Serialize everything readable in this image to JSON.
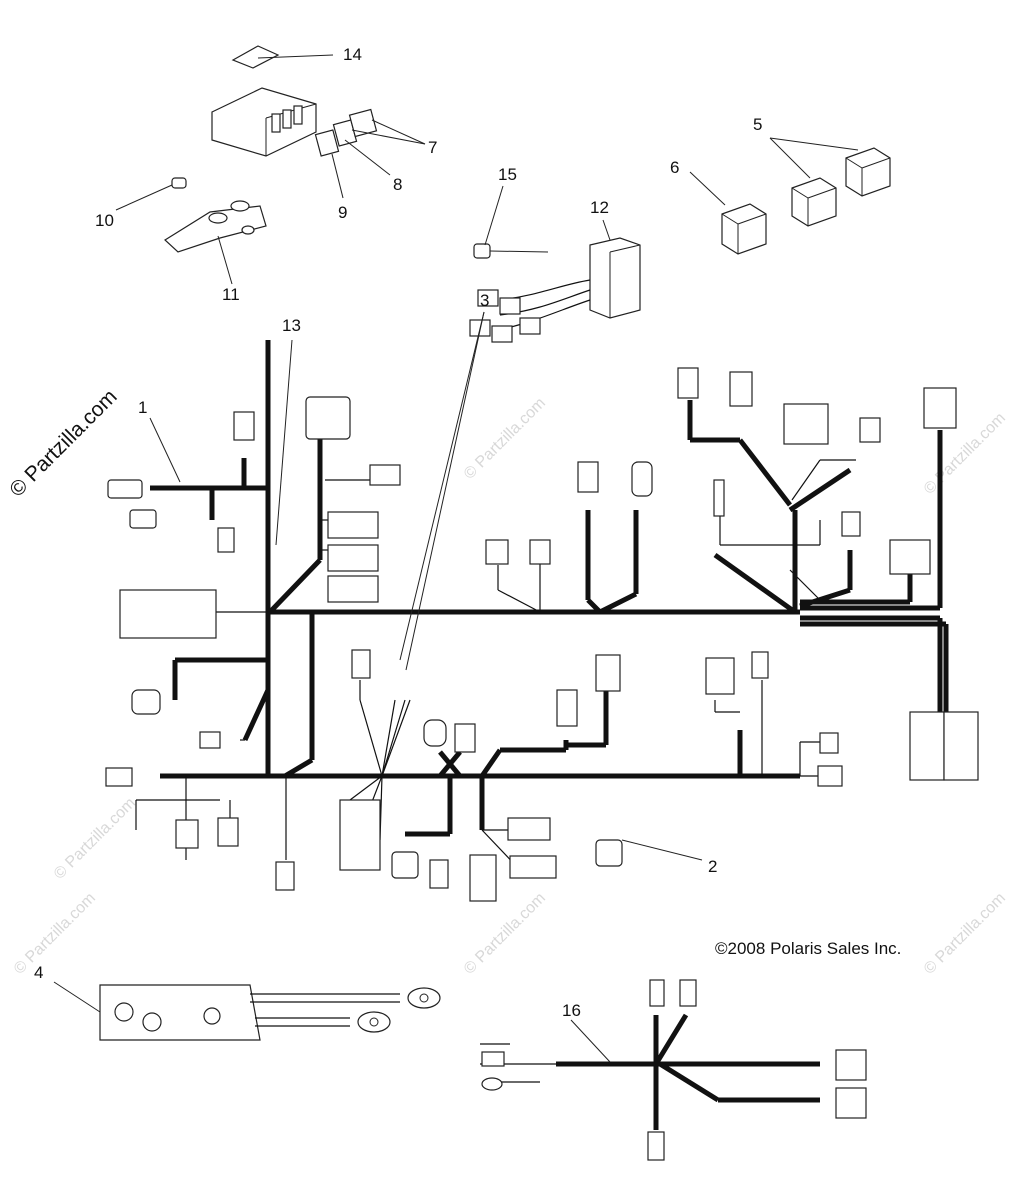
{
  "watermark": "© Partzilla.com",
  "copyright": "©2008 Polaris Sales Inc.",
  "callouts": {
    "c1": "1",
    "c2": "2",
    "c3": "3",
    "c4": "4",
    "c5": "5",
    "c6": "6",
    "c7": "7",
    "c8": "8",
    "c9": "9",
    "c10": "10",
    "c11": "11",
    "c12": "12",
    "c13": "13",
    "c14": "14",
    "c15": "15",
    "c16": "16"
  }
}
